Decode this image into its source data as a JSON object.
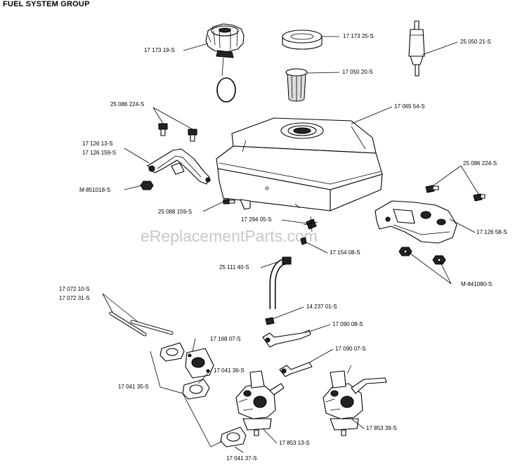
{
  "title": "FUEL SYSTEM GROUP",
  "watermark": "eReplacementParts.com",
  "labels": {
    "cap": "17 173 19-S",
    "cap_seal": "17 173 25-S",
    "filter_inline": "25 050 21-S",
    "strainer": "17 050 20-S",
    "bolt_left": "25 086 224-S",
    "tank": "17 065 54-S",
    "bracket_a": "17 126 13-S",
    "bracket_b": "17 126 159-S",
    "bolt_right": "25 086 224-S",
    "nut_left": "M-851018-S",
    "screw": "25 088 159-S",
    "fuel_valve": "17 294 05-S",
    "bracket_right": "17 126 58-S",
    "clip": "17 154 08-S",
    "hose": "25 111 40-S",
    "nuts_right": "M-841080-S",
    "rod_a": "17 072 10-S",
    "rod_b": "17 072 31-S",
    "hose_clamp": "14 237 01-S",
    "lever": "17 090 08-S",
    "spacer": "17 168 07-S",
    "gasket_36": "17 041 36-S",
    "link": "17 090 07-S",
    "gasket_35": "17 041 35-S",
    "carb_a": "17 853 13-S",
    "carb_b": "17 853 39-S",
    "gasket_37": "17 041 37-S"
  }
}
